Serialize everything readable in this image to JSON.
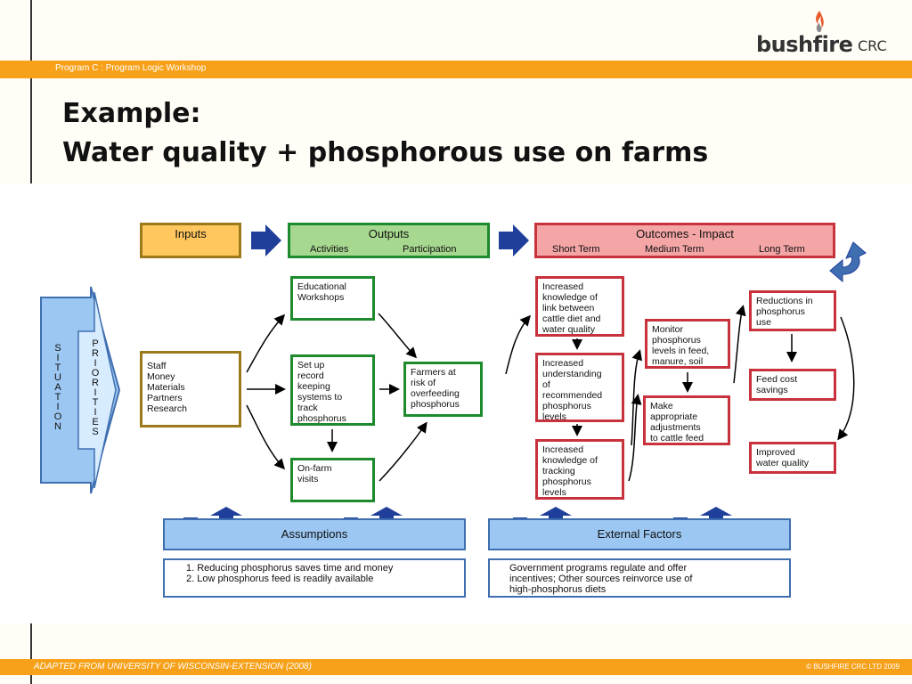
{
  "header": {
    "bar_text": "Program C : Program Logic Workshop",
    "title_line1": "Example:",
    "title_line2": "Water quality + phosphorous use on farms",
    "logo_word": "bushfire",
    "logo_suffix": "CRC"
  },
  "footer": {
    "left": "ADAPTED FROM UNIVERSITY OF WISCONSIN-EXTENSION (2008)",
    "right": "© BUSHFIRE CRC LTD 2009"
  },
  "colors": {
    "accent": "#f7a11a",
    "green_border": "#1e8a2e",
    "red_border": "#c8323c",
    "brown_border": "#9a7a1a",
    "blue_fill": "#9cc7f2",
    "navy_arrow": "#1f3f9a"
  },
  "diagram": {
    "situation": [
      "S",
      "I",
      "T",
      "U",
      "A",
      "T",
      "I",
      "O",
      "N"
    ],
    "priorities": [
      "P",
      "R",
      "I",
      "O",
      "R",
      "I",
      "T",
      "I",
      "E",
      "S"
    ],
    "inputs_header": "Inputs",
    "outputs_header": "Outputs",
    "outputs_sub_activities": "Activities",
    "outputs_sub_participation": "Participation",
    "outcomes_header": "Outcomes - Impact",
    "outcomes_short": "Short Term",
    "outcomes_medium": "Medium Term",
    "outcomes_long": "Long Term",
    "inputs_box": [
      "Staff",
      "Money",
      "Materials",
      "Partners",
      "Research"
    ],
    "activity_workshops": [
      "Educational",
      "Workshops"
    ],
    "activity_record": [
      "Set up",
      "record",
      "keeping",
      "systems to",
      "track",
      "phosphorus"
    ],
    "activity_visits": [
      "On-farm",
      "visits"
    ],
    "participation": [
      "Farmers at",
      "risk of",
      "overfeeding",
      "phosphorus"
    ],
    "short_1": [
      "Increased",
      "knowledge of",
      "link between",
      "cattle diet and",
      "water quality"
    ],
    "short_2": [
      "Increased",
      "understanding",
      "of",
      "recommended",
      "phosphorus",
      "levels"
    ],
    "short_3": [
      "Increased",
      "knowledge of",
      "tracking",
      "phosphorus",
      "levels"
    ],
    "medium_1": [
      "Monitor",
      "phosphorus",
      "levels in feed,",
      "manure, soil"
    ],
    "medium_2": [
      "Make",
      "appropriate",
      "adjustments",
      "to cattle feed"
    ],
    "long_1": [
      "Reductions in",
      "phosphorus",
      "use"
    ],
    "long_2": [
      "Feed cost",
      "savings"
    ],
    "long_3": [
      "Improved",
      "water quality"
    ],
    "assumptions_label": "Assumptions",
    "assumptions_1": "1. Reducing phosphorus saves time and money",
    "assumptions_2": "2. Low phosphorus feed is readily available",
    "external_label": "External Factors",
    "external_text": [
      "Government programs regulate and offer",
      "incentives; Other sources reinvorce use of",
      "high-phosphorus diets"
    ]
  }
}
